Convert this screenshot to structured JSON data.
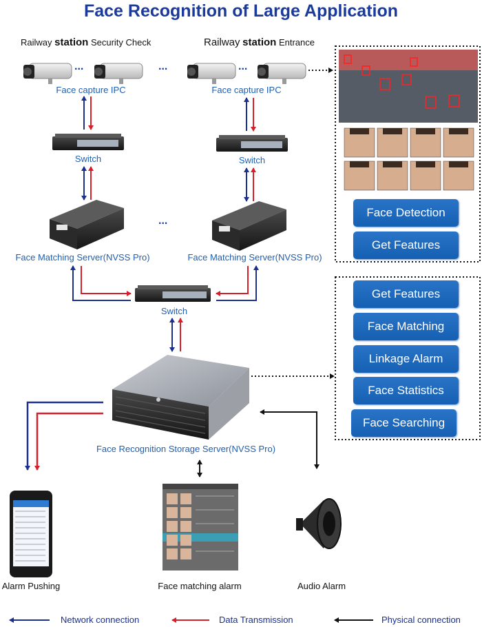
{
  "title": "Face Recognition of Large Application",
  "headers": {
    "left": {
      "prefix": "Railway",
      "bold": "station",
      "suffix": "Security Check"
    },
    "right": {
      "prefix": "Railway",
      "bold": "station",
      "suffix": "Entrance"
    }
  },
  "ellipsis": "...",
  "labels": {
    "ipc_left": "Face capture IPC",
    "ipc_right": "Face capture IPC",
    "switch_left": "Switch",
    "switch_right": "Switch",
    "switch_center": "Switch",
    "server_left": "Face Matching Server(NVSS Pro)",
    "server_right": "Face Matching Server(NVSS Pro)",
    "storage": "Face Recognition Storage Server(NVSS Pro)",
    "alarm_pushing": "Alarm Pushing",
    "face_matching_alarm": "Face matching alarm",
    "audio_alarm": "Audio Alarm"
  },
  "panel_top_buttons": [
    "Face Detection",
    "Get Features"
  ],
  "panel_bottom_buttons": [
    "Get Features",
    "Face Matching",
    "Linkage Alarm",
    "Face Statistics",
    "Face Searching"
  ],
  "legend": {
    "network": "Network connection",
    "data": "Data Transmission",
    "physical": "Physical connection"
  },
  "colors": {
    "title": "#1a3a9c",
    "label": "#1f5fb0",
    "network": "#1b2f8f",
    "data": "#d61f2a",
    "physical": "#111111",
    "button": "#1e68bc"
  }
}
